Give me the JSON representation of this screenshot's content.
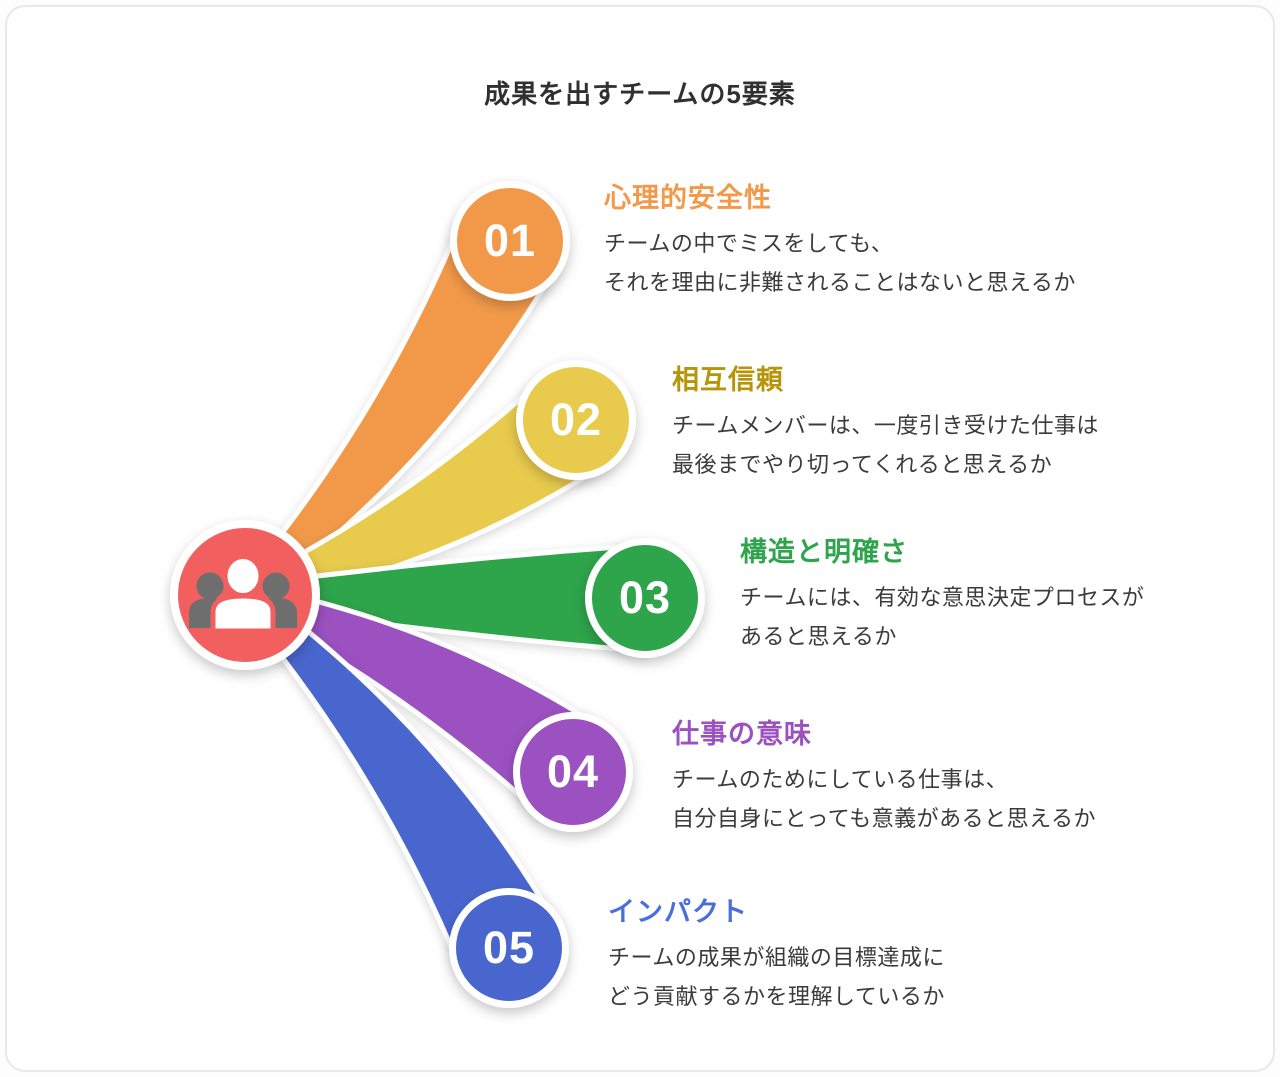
{
  "title": "成果を出すチームの5要素",
  "center": {
    "icon": "people-icon",
    "color": "#F25F5F",
    "icon_gray": "#6E6E6E",
    "icon_white": "#FFFFFF"
  },
  "colors": {
    "title_text": "#303030",
    "description_text": "#3B3B3B",
    "number_text": "#FFFFFF",
    "card_border": "#E8E8E8",
    "background": "#FFFFFF"
  },
  "items": [
    {
      "number": "01",
      "heading": "心理的安全性",
      "heading_color": "#F2994A",
      "color": "#F2994A",
      "desc": [
        "チームの中でミスをしても、",
        "それを理由に非難されることはないと思えるか"
      ]
    },
    {
      "number": "02",
      "heading": "相互信頼",
      "heading_color": "#B7950B",
      "color": "#E8CA4D",
      "desc": [
        "チームメンバーは、一度引き受けた仕事は",
        "最後までやり切ってくれると思えるか"
      ]
    },
    {
      "number": "03",
      "heading": "構造と明確さ",
      "heading_color": "#2EA44C",
      "color": "#2EA44C",
      "desc": [
        "チームには、有効な意思決定プロセスが",
        "あると思えるか"
      ]
    },
    {
      "number": "04",
      "heading": "仕事の意味",
      "heading_color": "#9B51C0",
      "color": "#9B51C0",
      "desc": [
        "チームのためにしている仕事は、",
        "自分自身にとっても意義があると思えるか"
      ]
    },
    {
      "number": "05",
      "heading": "インパクト",
      "heading_color": "#4A6FDC",
      "color": "#4866CE",
      "desc": [
        "チームの成果が組織の目標達成に",
        "どう貢献するかを理解しているか"
      ]
    }
  ]
}
